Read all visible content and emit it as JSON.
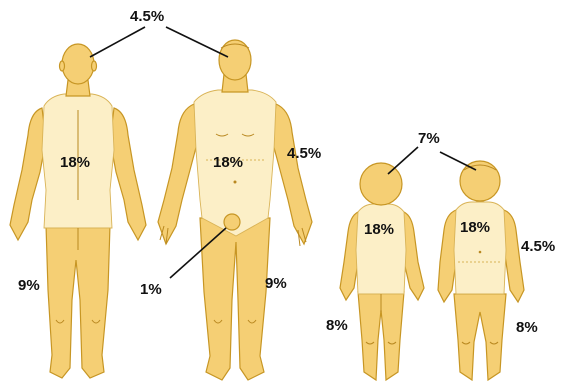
{
  "colors": {
    "skin": "#F5CF74",
    "skin_outline": "#C79624",
    "highlight_region": "#FCEFC7",
    "leader_line": "#111111",
    "text": "#111111"
  },
  "adult": {
    "head_pct": "4.5%",
    "back_trunk_pct": "18%",
    "front_trunk_pct": "18%",
    "arm_pct": "4.5%",
    "genitals_pct": "1%",
    "back_leg_pct": "9%",
    "front_leg_pct": "9%"
  },
  "child": {
    "head_pct": "7%",
    "back_trunk_pct": "18%",
    "front_trunk_pct": "18%",
    "arm_pct": "4.5%",
    "back_leg_pct": "8%",
    "front_leg_pct": "8%"
  }
}
